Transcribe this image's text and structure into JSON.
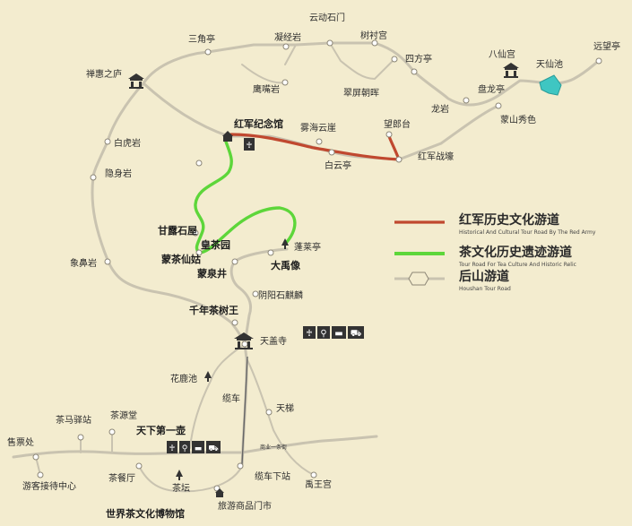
{
  "map": {
    "colors": {
      "background": "#f3eccf",
      "road": "#c9c3b0",
      "red_route": "#c0482f",
      "green_route": "#5dd63a",
      "pond": "#3fc6c2",
      "icon": "#333333"
    },
    "places": {
      "yundong_shimen": "云动石门",
      "sanjiao_ting": "三角亭",
      "ningjing_yan": "凝经岩",
      "shucun_gong": "树衬宫",
      "baxian_gong": "八仙宫",
      "tianxian_chi": "天仙池",
      "yuanwang_ting": "远望亭",
      "chanhui_zhilu": "禅惠之庐",
      "sifang_ting": "四方亭",
      "yingzui_yan": "鹰嘴岩",
      "cuiping_chaohui": "翠屏朝晖",
      "panlong_ting": "盘龙亭",
      "longyan": "龙岩",
      "mengshan_xiuse": "蒙山秀色",
      "hongjun_jinianguan": "红军纪念馆",
      "wuhai_yunya": "雾海云崖",
      "wanglang_tai": "望郎台",
      "baihu_yan": "白虎岩",
      "baiyun_ting": "白云亭",
      "hongjun_zhanhao": "红军战壕",
      "yinshen_yan": "隐身岩",
      "ganlu_shiwu": "甘露石屋",
      "huangcha_yuan": "皇茶园",
      "penglai_ting": "蓬莱亭",
      "xiangbi_yan": "象鼻岩",
      "mengcha_xiangu": "蒙茶仙姑",
      "dayu_xiang": "大禹像",
      "mengquan_jing": "蒙泉井",
      "yinyang_shiqilin": "阴阳石麒麟",
      "qiannian_chashuwang": "千年茶树王",
      "tiangai_si": "天盖寺",
      "hualu_chi": "花鹿池",
      "lanche": "缆车",
      "tianti": "天梯",
      "chama_yizhan": "茶马驿站",
      "chayuan_tang": "茶源堂",
      "tianxia_diyihu": "天下第一壶",
      "shoupiao_chu": "售票处",
      "youke_jiedai": "游客接待中心",
      "cha_canting": "茶餐厅",
      "lanche_xiazhan": "缆车下站",
      "yuwang_gong": "禹王宫",
      "cha_tan": "茶坛",
      "lvyou_shangpin": "旅游商品门市",
      "bowuguan": "世界茶文化博物馆",
      "tiny_road": "商业一条街"
    },
    "legend": {
      "red_cn": "红军历史文化游道",
      "red_en": "Historical And Cultural Tour Road By The Red Army",
      "green_cn": "茶文化历史遗迹游道",
      "green_en": "Tour Road For Tea Culture And Historic Relic",
      "back_cn": "后山游道",
      "back_en": "Houshan Tour Road"
    },
    "icon_names": [
      "temple-icon",
      "toilet-icon",
      "restaurant-icon",
      "bed-icon",
      "shopping-cart-icon",
      "pagoda-icon",
      "monument-icon"
    ]
  }
}
